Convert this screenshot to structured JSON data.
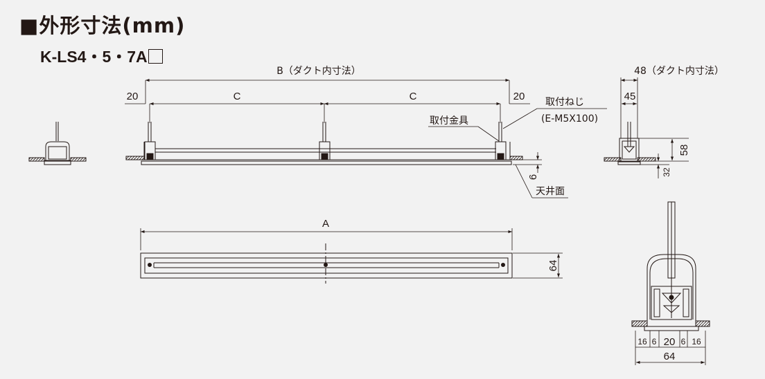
{
  "title": "■外形寸法(mm)",
  "model": "K-LS4・5・7A",
  "front_view": {
    "dim_b": "B（ダクト内寸法）",
    "dim_left": "20",
    "dim_right": "20",
    "dim_c1": "C",
    "dim_c2": "C",
    "label_bracket": "取付金具",
    "label_screw": "取付ねじ",
    "label_screw_spec": "(E-M5X100)",
    "dim_6": "6",
    "label_ceiling": "天井面"
  },
  "side_view": {
    "dim_48": "48（ダクト内寸法）",
    "dim_45": "45",
    "dim_58": "58",
    "dim_32": "32"
  },
  "plan_view": {
    "dim_a": "A",
    "dim_64": "64"
  },
  "section_view": {
    "dims": [
      "16",
      "6",
      "20",
      "6",
      "16"
    ],
    "dim_total": "64"
  },
  "colors": {
    "line": "#231815",
    "background": "#f2f2f2"
  }
}
